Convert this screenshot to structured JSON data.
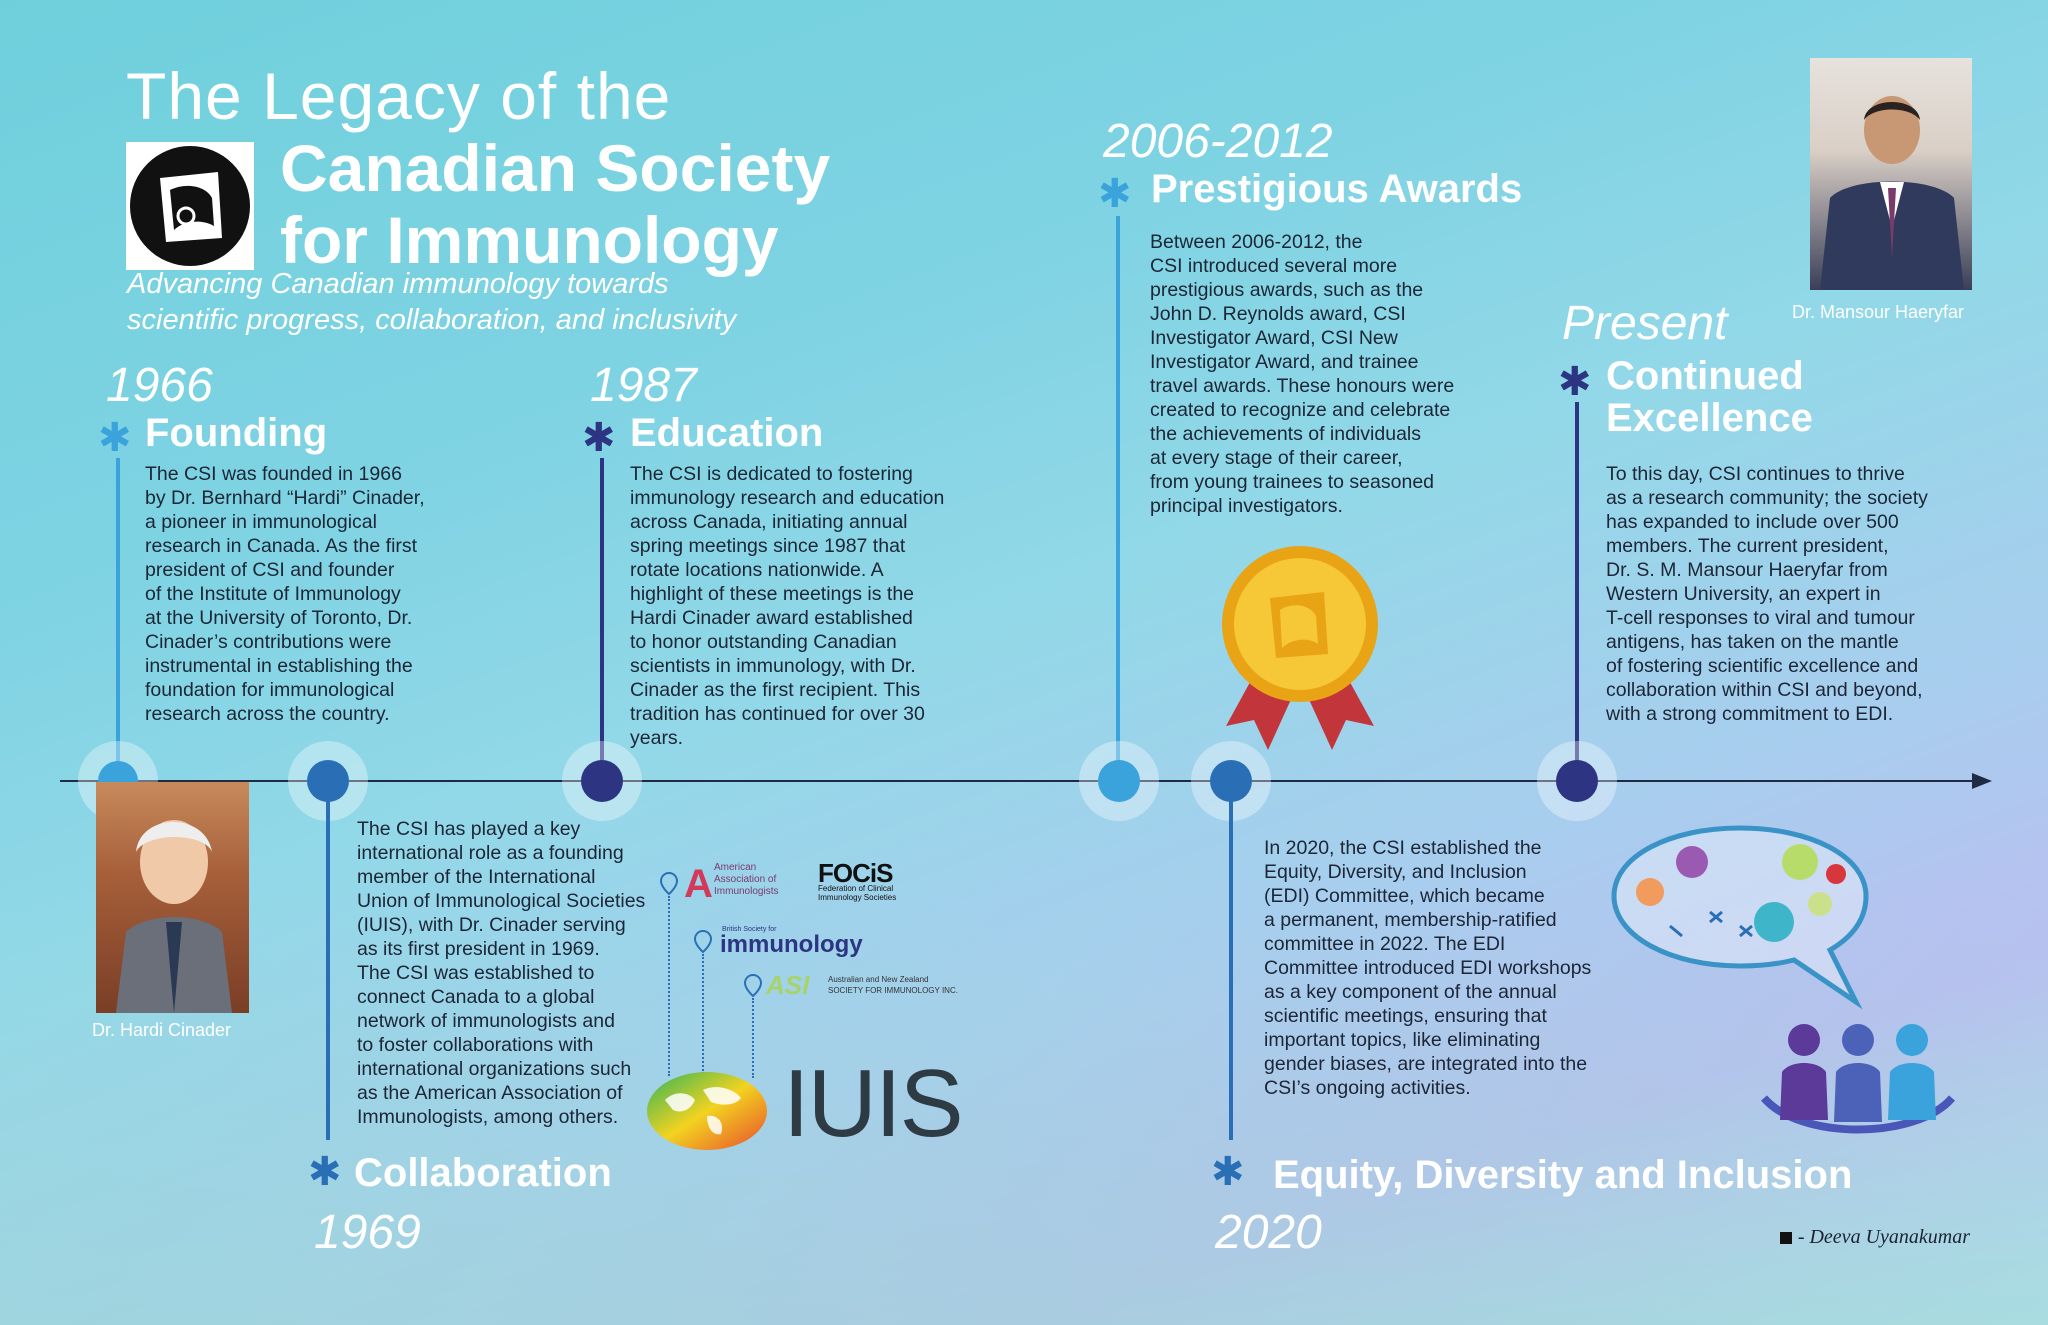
{
  "header": {
    "title_line1": "The Legacy of the",
    "title_line2": "Canadian Society",
    "title_line3": "for Immunology",
    "tagline_line1": "Advancing Canadian immunology towards",
    "tagline_line2": "scientific progress, collaboration, and inclusivity"
  },
  "events": {
    "founding": {
      "year": "1966",
      "heading": "Founding",
      "body": "The CSI was founded in 1966\nby Dr. Bernhard “Hardi” Cinader,\na pioneer in immunological\nresearch in Canada. As the first\npresident of CSI and founder\nof the Institute of Immunology\nat the University of Toronto, Dr.\nCinader’s contributions were\ninstrumental in establishing the\nfoundation for immunological\nresearch across the country.",
      "photo_caption": "Dr. Hardi Cinader"
    },
    "collaboration": {
      "year": "1969",
      "heading": "Collaboration",
      "body": "The CSI has played a key\ninternational role as a founding\nmember of the International\nUnion of Immunological Societies\n(IUIS), with Dr. Cinader serving\nas its first president in 1969.\nThe CSI was established to\nconnect Canada to a global\nnetwork of immunologists and\nto foster collaborations with\ninternational organizations such\nas the American Association of\nImmunologists, among others."
    },
    "education": {
      "year": "1987",
      "heading": "Education",
      "body": "The CSI is dedicated to fostering\nimmunology research and education\nacross Canada, initiating annual\nspring meetings since 1987 that\nrotate locations nationwide. A\nhighlight of these meetings is the\nHardi Cinader award established\nto honor outstanding Canadian\nscientists in immunology, with Dr.\nCinader as the first recipient. This\ntradition has continued for over 30\nyears."
    },
    "awards": {
      "year": "2006-2012",
      "heading": "Prestigious Awards",
      "body": "Between 2006-2012, the\nCSI introduced several more\nprestigious awards, such as the\nJohn D. Reynolds award, CSI\nInvestigator Award, CSI New\nInvestigator Award, and trainee\ntravel awards. These honours were\ncreated to recognize and celebrate\nthe achievements of individuals\nat every stage of their career,\nfrom young trainees to seasoned\nprincipal investigators."
    },
    "edi": {
      "year": "2020",
      "heading": "Equity, Diversity and Inclusion",
      "body": "In 2020, the CSI established the\nEquity, Diversity, and Inclusion\n(EDI) Committee, which became\na permanent, membership-ratified\ncommittee in 2022. The EDI\nCommittee introduced EDI workshops\nas a key component of the annual\nscientific meetings, ensuring that\nimportant topics, like eliminating\ngender biases, are integrated into the\nCSI’s ongoing activities."
    },
    "present": {
      "year": "Present",
      "heading_line1": "Continued",
      "heading_line2": "Excellence",
      "body": "To this day, CSI continues to thrive\nas a research community; the society\nhas expanded to include over 500\nmembers. The current president,\nDr. S. M. Mansour Haeryfar from\nWestern University, an expert in\nT-cell responses to viral and tumour\nantigens, has taken on the mantle\nof fostering scientific excellence and\ncollaboration within CSI and beyond,\nwith a strong commitment to EDI.",
      "photo_caption": "Dr. Mansour Haeryfar"
    }
  },
  "logos": {
    "aai_line1": "American",
    "aai_line2": "Association of",
    "aai_line3": "Immunologists",
    "focis": "FOCiS",
    "focis_sub1": "Federation of Clinical",
    "focis_sub2": "Immunology Societies",
    "bsi_small": "British Society for",
    "bsi": "immunology",
    "asi": "ASI",
    "asi_sub1": "Australian and New Zealand",
    "asi_sub2": "SOCIETY FOR IMMUNOLOGY INC.",
    "iuis": "IUIS"
  },
  "credit": "- Deeva Uyanakumar",
  "colors": {
    "light_blue": "#3aa3dc",
    "mid_blue": "#2a6fb6",
    "navy": "#2d3582",
    "gold": "#f2b522",
    "ribbon": "#c2363b"
  }
}
